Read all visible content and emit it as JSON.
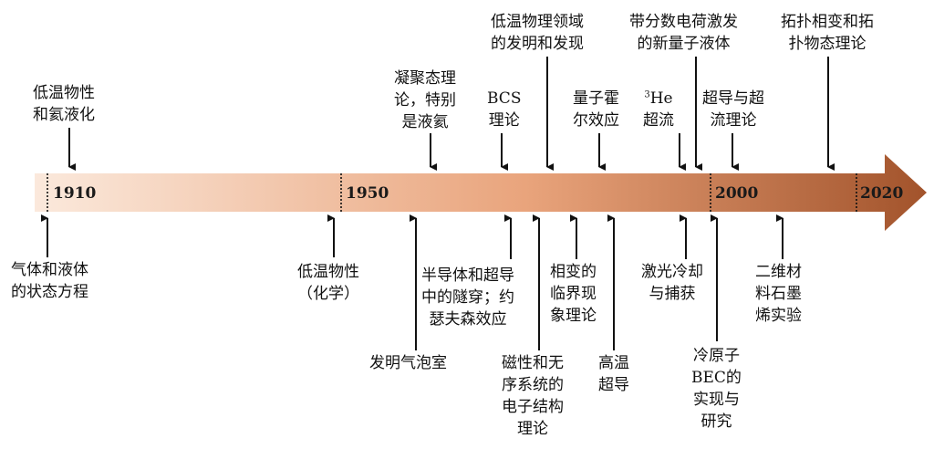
{
  "timeline": {
    "colors": {
      "start": "#fbe9dc",
      "mid": "#e9a47c",
      "end": "#a2532b",
      "arrow": "#111111"
    },
    "years": [
      {
        "id": "y1910",
        "text": "1910"
      },
      {
        "id": "y1950",
        "text": "1950"
      },
      {
        "id": "y2000",
        "text": "2000"
      },
      {
        "id": "y2020",
        "text": "2020"
      }
    ]
  },
  "events_above": [
    {
      "id": "low-temp-physics-liquid-helium",
      "text": "低温物性\n和氦液化"
    },
    {
      "id": "condensed-matter-theory",
      "text": "凝聚态理\n论，特别\n是液氦"
    },
    {
      "id": "bcs-theory",
      "text": "BCS\n理论"
    },
    {
      "id": "low-temp-inventions-discoveries",
      "text": "低温物理领域\n的发明和发现"
    },
    {
      "id": "quantum-hall-effect",
      "text": "量子霍\n尔效应"
    },
    {
      "id": "he3-superfluid",
      "sup": "3",
      "text": "He\n超流"
    },
    {
      "id": "fractional-charge-quantum-liquid",
      "text": "带分数电荷激发\n的新量子液体"
    },
    {
      "id": "superconductivity-superfluid-theory",
      "text": "超导与超\n流理论"
    },
    {
      "id": "topological-phase-transition",
      "text": "拓扑相变和拓\n扑物态理论"
    }
  ],
  "events_below": [
    {
      "id": "gas-liquid-state-equation",
      "text": "气体和液体\n的状态方程"
    },
    {
      "id": "low-temp-chemistry",
      "text": "低温物性\n（化学）"
    },
    {
      "id": "bubble-chamber",
      "text": "发明气泡室"
    },
    {
      "id": "semiconductor-tunneling",
      "text": "半导体和超导\n中的隧穿；约\n瑟夫森效应"
    },
    {
      "id": "magnetic-disordered-systems",
      "text": "磁性和无\n序系统的\n电子结构\n理论"
    },
    {
      "id": "critical-phenomena",
      "text": "相变的\n临界现\n象理论"
    },
    {
      "id": "high-temp-superconductivity",
      "text": "高温\n超导"
    },
    {
      "id": "laser-cooling",
      "text": "激光冷却\n与捕获"
    },
    {
      "id": "cold-atom-bec",
      "text": "冷原子\nBEC的\n实现与\n研究"
    },
    {
      "id": "graphene-experiment",
      "text": "二维材\n料石墨\n烯实验"
    }
  ]
}
